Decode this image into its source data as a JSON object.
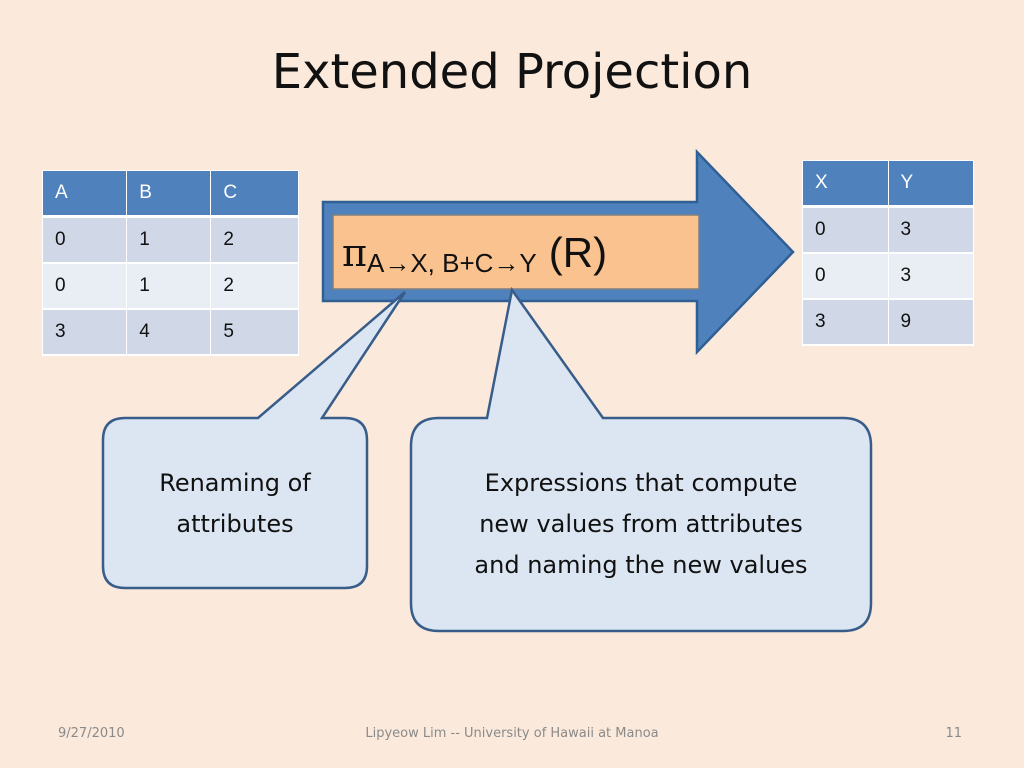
{
  "slide": {
    "title": "Extended Projection",
    "left_table": {
      "headers": [
        "A",
        "B",
        "C"
      ],
      "rows": [
        [
          "0",
          "1",
          "2"
        ],
        [
          "0",
          "1",
          "2"
        ],
        [
          "3",
          "4",
          "5"
        ]
      ]
    },
    "right_table": {
      "headers": [
        "X",
        "Y"
      ],
      "rows": [
        [
          "0",
          "3"
        ],
        [
          "0",
          "3"
        ],
        [
          "3",
          "9"
        ]
      ]
    },
    "formula": {
      "pi": "π",
      "subscript": "A→X, B+C→Y",
      "argument": "(R)"
    },
    "callout_left": {
      "lines": [
        "Renaming of",
        "attributes"
      ]
    },
    "callout_right": {
      "lines": [
        "Expressions that compute",
        "new values from attributes",
        "and naming the new values"
      ]
    },
    "footer": {
      "date": "9/27/2010",
      "author": "Lipyeow Lim -- University of Hawaii at Manoa",
      "page": "11"
    },
    "colors": {
      "background": "#fbe9db",
      "header_blue": "#4f81bd",
      "arrow_blue": "#4f81bd",
      "formula_box": "#f9c28f",
      "callout_fill": "#dce6f2",
      "callout_border": "#385d8a"
    }
  }
}
